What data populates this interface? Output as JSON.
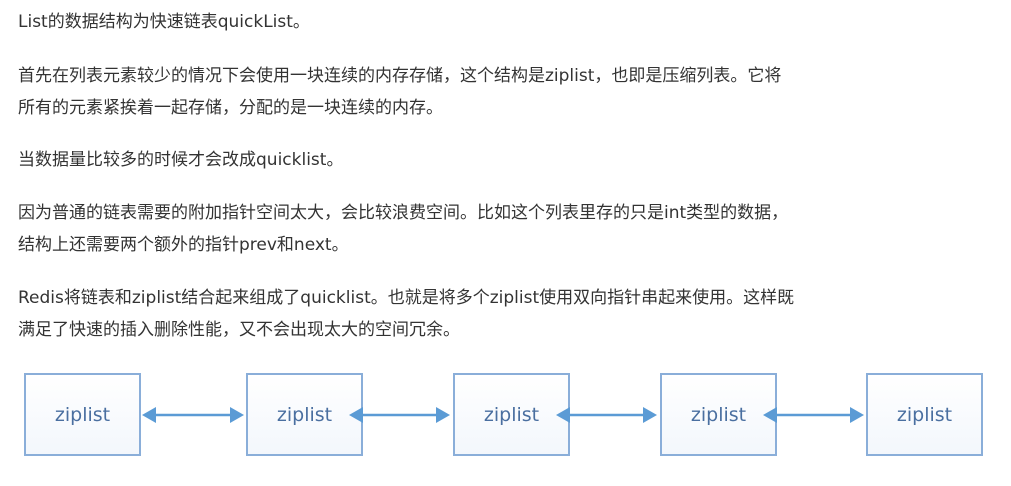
{
  "paragraphs": [
    {
      "lines": [
        "List的数据结构为快速链表quickList。"
      ]
    },
    {
      "lines": [
        "首先在列表元素较少的情况下会使用一块连续的内存存储，这个结构是ziplist，也即是压缩列表。它将",
        "所有的元素紧挨着一起存储，分配的是一块连续的内存。"
      ]
    },
    {
      "lines": [
        "当数据量比较多的时候才会改成quicklist。"
      ]
    },
    {
      "lines": [
        "因为普通的链表需要的附加指针空间太大，会比较浪费空间。比如这个列表里存的只是int类型的数据，",
        "结构上还需要两个额外的指针prev和next。"
      ]
    },
    {
      "lines": [
        "Redis将链表和ziplist结合起来组成了quicklist。也就是将多个ziplist使用双向指针串起来使用。这样既",
        "满足了快速的插入删除性能，又不会出现太大的空间冗余。"
      ]
    }
  ],
  "diagram": {
    "nodes": [
      "ziplist",
      "ziplist",
      "ziplist",
      "ziplist",
      "ziplist"
    ],
    "node_border_color": "#8aaed9",
    "node_text_color": "#4a6fa0",
    "arrow_color": "#5b9bd5",
    "arrow_type": "bidirectional"
  }
}
